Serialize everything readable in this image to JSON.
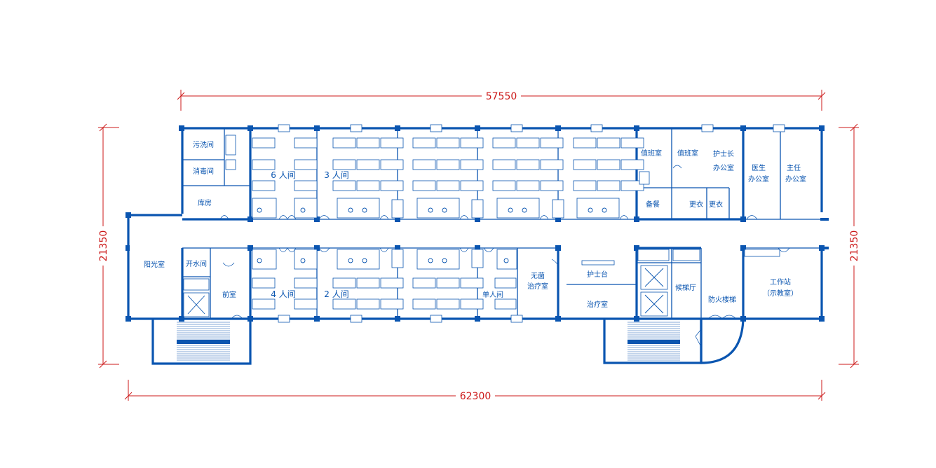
{
  "dimensions": {
    "top": "57550",
    "bottom": "62300",
    "left": "21350",
    "right": "21350"
  },
  "rooms": {
    "dirty_laundry": "污洗间",
    "disinfection": "消毒间",
    "storage": "库房",
    "sunroom": "阳光室",
    "boiling_water": "开水间",
    "front_room": "前室",
    "ward6": "6 人间",
    "ward3": "3 人间",
    "ward4": "4 人间",
    "ward2": "2 人间",
    "single": "单人间",
    "sterile1": "无菌",
    "sterile2": "治疗室",
    "nurse_station": "护士台",
    "treatment": "治疗室",
    "duty1": "值班室",
    "duty2": "值班室",
    "spare": "备餐",
    "head_nurse1": "护士长",
    "head_nurse2": "办公室",
    "doctor1": "医生",
    "doctor2": "办公室",
    "director1": "主任",
    "director2": "办公室",
    "change1": "更衣",
    "change2": "更衣",
    "elevator_hall": "候梯厅",
    "fire_stair": "防火楼梯",
    "workstation1": "工作站",
    "workstation2": "（示教室）"
  },
  "colors": {
    "wall": "#0a55b0",
    "dimension": "#cc1a1a"
  }
}
